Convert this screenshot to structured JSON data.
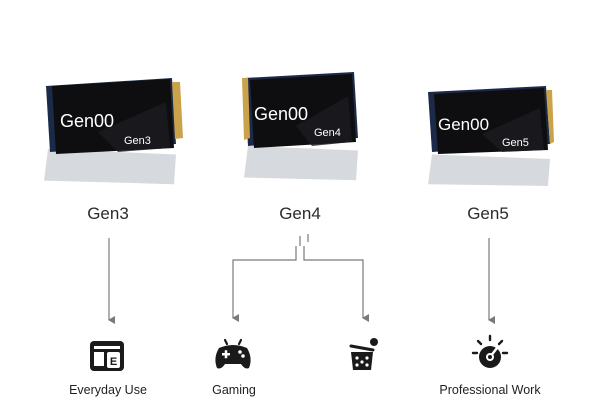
{
  "drives": [
    {
      "brand": "Gen00",
      "gen": "Gen3",
      "label": "Gen3"
    },
    {
      "brand": "Gen00",
      "gen": "Gen4",
      "label": "Gen4"
    },
    {
      "brand": "Gen00",
      "gen": "Gen5",
      "label": "Gen5"
    }
  ],
  "uses": [
    {
      "label": "Everyday Use",
      "icon": "calendar-app-icon"
    },
    {
      "label": "Gaming",
      "icon": "gamepad-icon"
    },
    {
      "label": "",
      "icon": "game-cube-icon"
    },
    {
      "label": "Professional Work",
      "icon": "gauge-icon"
    }
  ],
  "colors": {
    "pcb": "#1c2a4a",
    "chip": "#0e0e10",
    "gold": "#c9a24a",
    "line": "#7a7a7a"
  }
}
